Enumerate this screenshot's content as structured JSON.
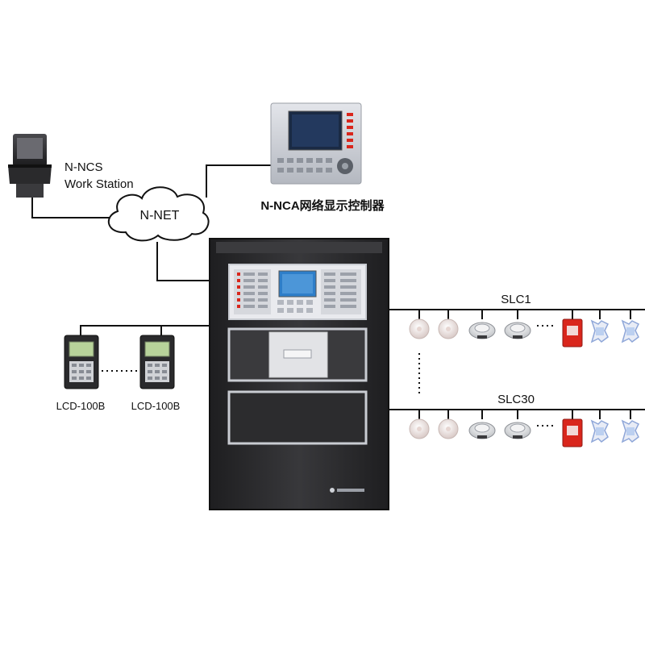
{
  "labels": {
    "workstation_line1": "N-NCS",
    "workstation_line2": "Work Station",
    "network": "N-NET",
    "nca_controller": "N-NCA网络显示控制器",
    "slc_first": "SLC1",
    "slc_last": "SLC30",
    "lcd_left": "LCD-100B",
    "lcd_right": "LCD-100B"
  },
  "colors": {
    "line": "#111111",
    "cabinet": "#2a2a2c",
    "cabinet_frame": "#1a1a1c",
    "panel_silver": "#c9ccd2",
    "screen_blue": "#2e7ec9",
    "alarm_red": "#d9261c"
  },
  "slc_loop_devices": [
    "smoke-detector",
    "smoke-detector",
    "heat-detector",
    "heat-detector",
    "manual-call-point",
    "isolator-module",
    "isolator-module"
  ]
}
